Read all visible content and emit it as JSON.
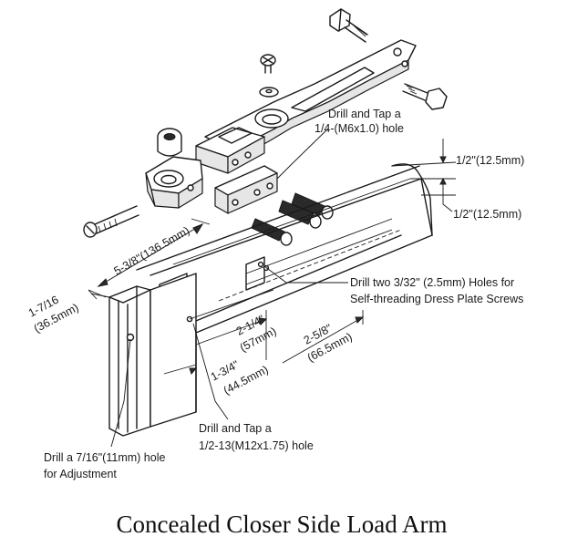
{
  "caption": "Concealed Closer Side Load Arm",
  "labels": {
    "drill_tap_quarter_line1": "Drill and Tap a",
    "drill_tap_quarter_line2": "1/4-(M6x1.0) hole",
    "half_inch_top": "1/2\"(12.5mm)",
    "half_inch_bottom": "1/2\"(12.5mm)",
    "dim_5_3_8": "5-3/8\"(136.5mm)",
    "drill_two_line1": "Drill two 3/32\" (2.5mm) Holes for",
    "drill_two_line2": "Self-threading Dress Plate Screws",
    "dim_1_7_16_line1": "1-7/16",
    "dim_1_7_16_line2": "(36.5mm)",
    "dim_2_1_4_line1": "2-1/4\"",
    "dim_2_1_4_line2": "(57mm)",
    "dim_2_5_8_line1": "2-5/8\"",
    "dim_2_5_8_line2": "(66.5mm)",
    "dim_1_3_4_line1": "1-3/4\"",
    "dim_1_3_4_line2": "(44.5mm)",
    "drill_tap_half_line1": "Drill and Tap a",
    "drill_tap_half_line2": "1/2-13(M12x1.75) hole",
    "drill_adjust_line1": "Drill a 7/16\"(11mm) hole",
    "drill_adjust_line2": "for Adjustment"
  }
}
